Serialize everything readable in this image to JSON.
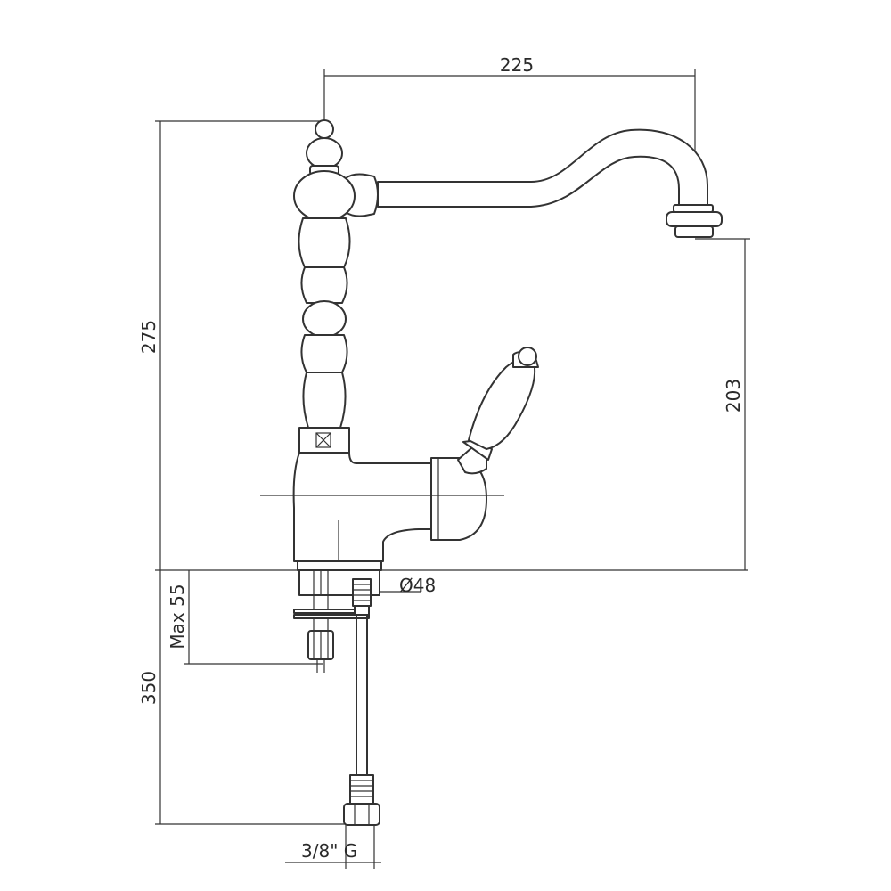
{
  "drawing": {
    "line_color": "#333333",
    "dimensions": {
      "spout_reach": "225",
      "total_height": "275",
      "spout_height": "203",
      "base_diameter": "Ø48",
      "max_deck_thickness": "Max 55",
      "hose_length": "350",
      "thread": "3/8\" G"
    }
  }
}
